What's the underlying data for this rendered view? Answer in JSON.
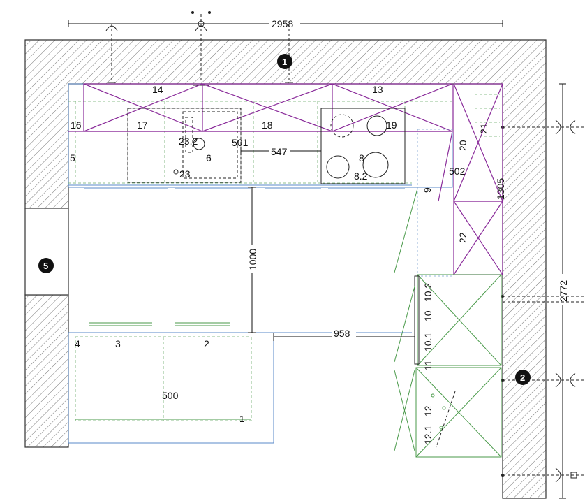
{
  "dimensions": {
    "top_width": "2958",
    "right_height": "2772",
    "aisle_vertical": "1000",
    "aisle_horizontal": "958",
    "span_547": "547",
    "tall_1305": "1305"
  },
  "markers": [
    "1",
    "2",
    "5"
  ],
  "labels": {
    "l14": "14",
    "l13": "13",
    "l16": "16",
    "l17": "17",
    "l18": "18",
    "l19": "19",
    "l5": "5",
    "l23_2": "23.2",
    "l501": "501",
    "l6": "6",
    "l8": "8",
    "l8_2": "8.2",
    "l23": "23",
    "l20": "20",
    "l21": "21",
    "l502": "502",
    "l9": "9",
    "l22": "22",
    "l10_2": "10.2",
    "l10": "10",
    "l10_1": "10.1",
    "l11": "11",
    "l12": "12",
    "l12_1": "12.1",
    "l4": "4",
    "l3": "3",
    "l2": "2",
    "l500": "500",
    "l1": "1"
  },
  "colors": {
    "upper_cabinets": "#8a2b9a",
    "base_cabinets": "#4a9a4a",
    "countertop": "#5a8ac8",
    "walls": "#333333"
  }
}
